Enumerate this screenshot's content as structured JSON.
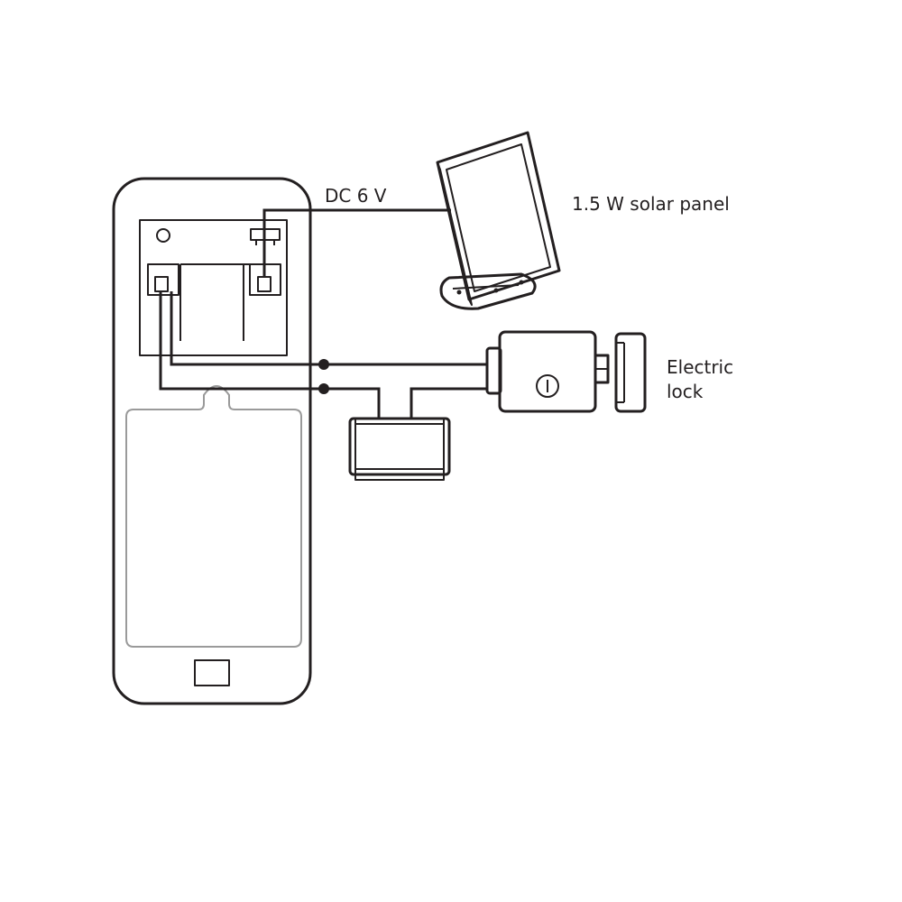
{
  "labels": {
    "voltage": "DC 6 V",
    "solar_panel": "1.5 W solar panel",
    "electric_lock_line1": "Electric",
    "electric_lock_line2": "lock"
  },
  "colors": {
    "line": "#231f20",
    "faint_outline": "#9a9a9a",
    "background": "#ffffff"
  }
}
